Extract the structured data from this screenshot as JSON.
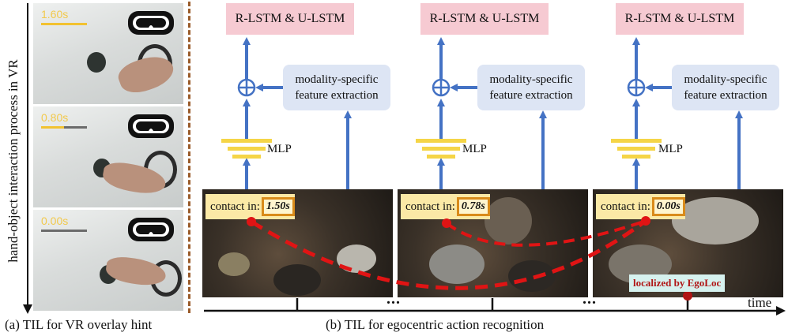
{
  "left_panel": {
    "axis_label": "hand-object interaction process in VR",
    "frames": [
      {
        "time": "1.60s",
        "progress": 1.0
      },
      {
        "time": "0.80s",
        "progress": 0.5
      },
      {
        "time": "0.00s",
        "progress": 0.0
      }
    ],
    "caption": "(a) TIL for VR overlay hint"
  },
  "right_panel": {
    "columns": [
      {
        "output_label": "R-LSTM & U-LSTM",
        "feature_label_line1": "modality-specific",
        "feature_label_line2": "feature extraction",
        "mlp_label": "MLP",
        "contact_label": "contact in:",
        "contact_value": "1.50s"
      },
      {
        "output_label": "R-LSTM & U-LSTM",
        "feature_label_line1": "modality-specific",
        "feature_label_line2": "feature extraction",
        "mlp_label": "MLP",
        "contact_label": "contact in:",
        "contact_value": "0.78s"
      },
      {
        "output_label": "R-LSTM & U-LSTM",
        "feature_label_line1": "modality-specific",
        "feature_label_line2": "feature extraction",
        "mlp_label": "MLP",
        "contact_label": "contact in:",
        "contact_value": "0.00s"
      }
    ],
    "localized_label": "localized by EgoLoc",
    "ellipsis": "...",
    "time_axis_label": "time",
    "caption": "(b) TIL for egocentric action recognition"
  },
  "colors": {
    "arrow_blue": "#4472c4",
    "mlp_yellow": "#f5d547",
    "pink_box": "#f6cad2",
    "feature_box": "#dde5f4",
    "trajectory_red": "#e01414",
    "tag_border": "#d98b1a"
  }
}
